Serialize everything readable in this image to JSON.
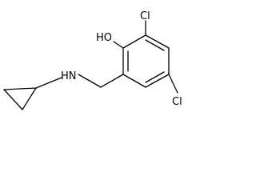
{
  "structure": {
    "labels": {
      "hydroxyl": "HO",
      "chloro_top": "Cl",
      "chloro_bottom": "Cl",
      "amine": "HN"
    }
  }
}
